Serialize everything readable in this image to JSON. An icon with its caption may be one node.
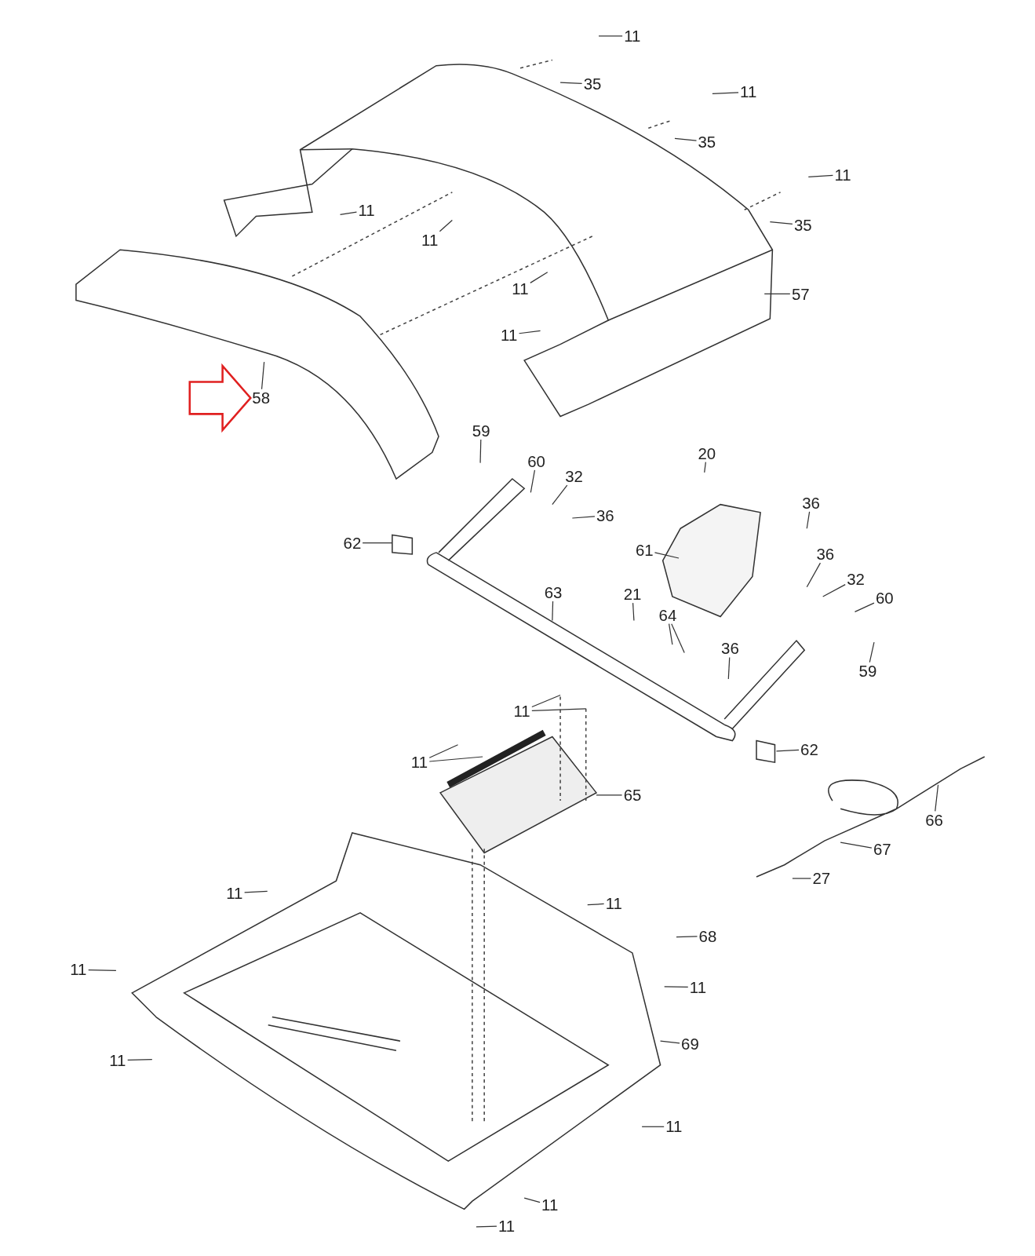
{
  "diagram": {
    "nodes": [
      {
        "text": [
          "11"
        ]
      },
      {
        "text": [
          "35"
        ]
      },
      {
        "text": [
          "11"
        ]
      },
      {
        "text": [
          "35"
        ]
      },
      {
        "text": [
          "11"
        ]
      },
      {
        "text": [
          "35"
        ]
      },
      {
        "text": [
          "11"
        ]
      },
      {
        "text": [
          "11"
        ]
      },
      {
        "text": [
          "11"
        ]
      },
      {
        "text": [
          "57"
        ]
      },
      {
        "text": [
          "11"
        ]
      },
      {
        "text": [
          "58"
        ]
      },
      {
        "text": [
          "59"
        ]
      },
      {
        "text": [
          "60"
        ]
      },
      {
        "text": [
          "32"
        ]
      },
      {
        "text": [
          "36"
        ]
      },
      {
        "text": [
          "20"
        ]
      },
      {
        "text": [
          "36"
        ]
      },
      {
        "text": [
          "62"
        ]
      },
      {
        "text": [
          "61"
        ]
      },
      {
        "text": [
          "36"
        ]
      },
      {
        "text": [
          "32"
        ]
      },
      {
        "text": [
          "60"
        ]
      },
      {
        "text": [
          "63"
        ]
      },
      {
        "text": [
          "21"
        ]
      },
      {
        "text": [
          "64"
        ]
      },
      {
        "text": [
          "36"
        ]
      },
      {
        "text": [
          "59"
        ]
      },
      {
        "text": [
          "11"
        ]
      },
      {
        "text": [
          "62"
        ]
      },
      {
        "text": [
          "11"
        ]
      },
      {
        "text": [
          "65"
        ]
      },
      {
        "text": [
          "66"
        ]
      },
      {
        "text": [
          "67"
        ]
      },
      {
        "text": [
          "27"
        ]
      },
      {
        "text": [
          "11"
        ]
      },
      {
        "text": [
          "11"
        ]
      },
      {
        "text": [
          "68"
        ]
      },
      {
        "text": [
          "11"
        ]
      },
      {
        "text": [
          "11"
        ]
      },
      {
        "text": [
          "69"
        ]
      },
      {
        "text": [
          "11"
        ]
      },
      {
        "text": [
          "11"
        ]
      },
      {
        "text": [
          "11"
        ]
      },
      {
        "text": [
          "11"
        ]
      }
    ],
    "edges": [
      {
        "from": 0,
        "to": null,
        "arrow": "none"
      },
      {
        "from": 1,
        "to": null,
        "arrow": "none"
      },
      {
        "from": 2,
        "to": null,
        "arrow": "none"
      },
      {
        "from": 3,
        "to": null,
        "arrow": "none"
      },
      {
        "from": 4,
        "to": null,
        "arrow": "none"
      },
      {
        "from": 5,
        "to": null,
        "arrow": "none"
      },
      {
        "from": 6,
        "to": null,
        "arrow": "none"
      },
      {
        "from": 7,
        "to": null,
        "arrow": "none"
      },
      {
        "from": 8,
        "to": null,
        "arrow": "none"
      },
      {
        "from": 9,
        "to": null,
        "arrow": "none"
      },
      {
        "from": 10,
        "to": null,
        "arrow": "none"
      },
      {
        "from": 11,
        "to": null,
        "arrow": "none"
      },
      {
        "from": 12,
        "to": null,
        "arrow": "none"
      },
      {
        "from": 13,
        "to": null,
        "arrow": "none"
      },
      {
        "from": 14,
        "to": null,
        "arrow": "none"
      },
      {
        "from": 15,
        "to": null,
        "arrow": "none"
      },
      {
        "from": 16,
        "to": null,
        "arrow": "none"
      },
      {
        "from": 17,
        "to": null,
        "arrow": "none"
      },
      {
        "from": 18,
        "to": null,
        "arrow": "none"
      },
      {
        "from": 19,
        "to": null,
        "arrow": "none"
      },
      {
        "from": 20,
        "to": null,
        "arrow": "none"
      },
      {
        "from": 21,
        "to": null,
        "arrow": "none"
      },
      {
        "from": 22,
        "to": null,
        "arrow": "none"
      },
      {
        "from": 23,
        "to": null,
        "arrow": "none"
      },
      {
        "from": 24,
        "to": null,
        "arrow": "none"
      },
      {
        "from": 25,
        "to": null,
        "arrow": "none"
      },
      {
        "from": 25,
        "to": null,
        "arrow": "none"
      },
      {
        "from": 26,
        "to": null,
        "arrow": "none"
      },
      {
        "from": 27,
        "to": null,
        "arrow": "none"
      },
      {
        "from": 28,
        "to": null,
        "arrow": "none"
      },
      {
        "from": 28,
        "to": null,
        "arrow": "none"
      },
      {
        "from": 29,
        "to": null,
        "arrow": "none"
      },
      {
        "from": 30,
        "to": null,
        "arrow": "none"
      },
      {
        "from": 30,
        "to": null,
        "arrow": "none"
      },
      {
        "from": 31,
        "to": null,
        "arrow": "none"
      },
      {
        "from": 32,
        "to": null,
        "arrow": "none"
      },
      {
        "from": 33,
        "to": null,
        "arrow": "none"
      },
      {
        "from": 34,
        "to": null,
        "arrow": "none"
      },
      {
        "from": 35,
        "to": null,
        "arrow": "none"
      },
      {
        "from": 36,
        "to": null,
        "arrow": "none"
      },
      {
        "from": 37,
        "to": null,
        "arrow": "none"
      },
      {
        "from": 38,
        "to": null,
        "arrow": "none"
      },
      {
        "from": 39,
        "to": null,
        "arrow": "none"
      },
      {
        "from": 40,
        "to": null,
        "arrow": "none"
      },
      {
        "from": 41,
        "to": null,
        "arrow": "none"
      },
      {
        "from": 42,
        "to": null,
        "arrow": "none"
      },
      {
        "from": 43,
        "to": null,
        "arrow": "none"
      },
      {
        "from": 44,
        "to": null,
        "arrow": "none"
      },
      {
        "from": null,
        "to": 11,
        "arrow": "to",
        "style": "thick",
        "color": "#e02020"
      }
    ]
  }
}
